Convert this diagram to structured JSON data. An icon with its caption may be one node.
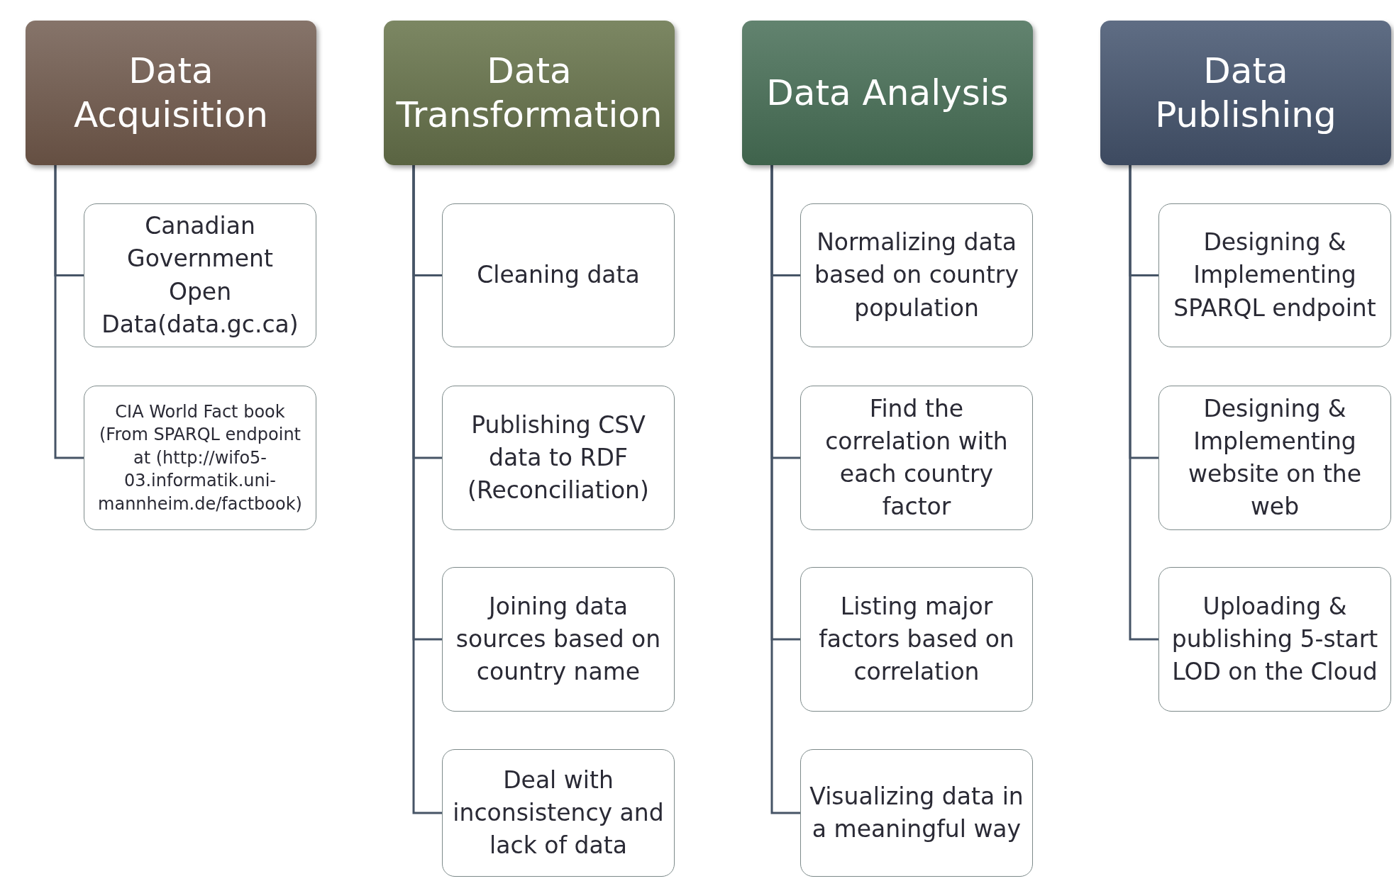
{
  "diagram": {
    "nodes": [
      {
        "text": [
          "Data Acquisition"
        ]
      },
      {
        "text": [
          "Canadian Government Open Data(data.gc.ca)"
        ]
      },
      {
        "text": [
          "CIA World Fact book (From SPARQL endpoint at (http://wifo5-03.informatik.uni-mannheim.de/factbook)"
        ]
      },
      {
        "text": [
          "Data Transformation"
        ]
      },
      {
        "text": [
          "Cleaning data"
        ]
      },
      {
        "text": [
          "Publishing CSV data to RDF (Reconciliation)"
        ]
      },
      {
        "text": [
          "Joining data sources based on country name"
        ]
      },
      {
        "text": [
          "Deal with inconsistency and lack of data"
        ]
      },
      {
        "text": [
          "Data Analysis"
        ]
      },
      {
        "text": [
          "Normalizing data based on country population"
        ]
      },
      {
        "text": [
          "Find the correlation with each country factor"
        ]
      },
      {
        "text": [
          "Listing major factors based on correlation"
        ]
      },
      {
        "text": [
          "Visualizing data in a meaningful way"
        ]
      },
      {
        "text": [
          "Data Publishing"
        ]
      },
      {
        "text": [
          "Designing & Implementing SPARQL endpoint"
        ]
      },
      {
        "text": [
          "Designing & Implementing website on the web"
        ]
      },
      {
        "text": [
          "Uploading & publishing 5-start LOD on the Cloud"
        ]
      }
    ],
    "edges": [
      {
        "from": 0,
        "to": 1,
        "arrow": "none"
      },
      {
        "from": 0,
        "to": 2,
        "arrow": "none"
      },
      {
        "from": 3,
        "to": 4,
        "arrow": "none"
      },
      {
        "from": 3,
        "to": 5,
        "arrow": "none"
      },
      {
        "from": 3,
        "to": 6,
        "arrow": "none"
      },
      {
        "from": 3,
        "to": 7,
        "arrow": "none"
      },
      {
        "from": 8,
        "to": 9,
        "arrow": "none"
      },
      {
        "from": 8,
        "to": 10,
        "arrow": "none"
      },
      {
        "from": 8,
        "to": 11,
        "arrow": "none"
      },
      {
        "from": 8,
        "to": 12,
        "arrow": "none"
      },
      {
        "from": 13,
        "to": 14,
        "arrow": "none"
      },
      {
        "from": 13,
        "to": 15,
        "arrow": "none"
      },
      {
        "from": 13,
        "to": 16,
        "arrow": "none"
      }
    ]
  }
}
